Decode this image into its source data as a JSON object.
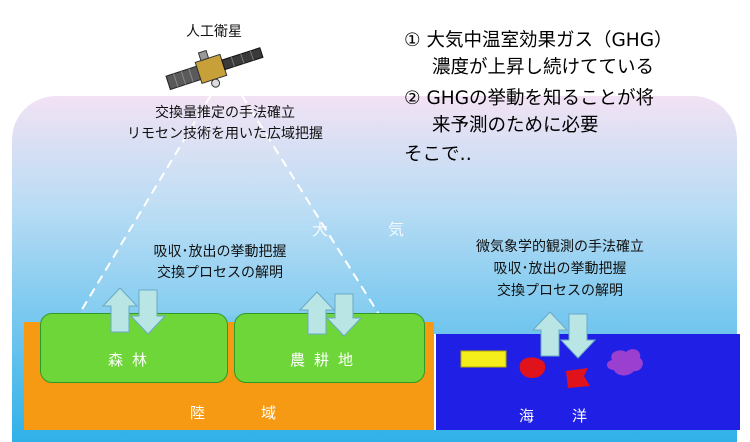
{
  "satellite": {
    "label": "人工衛星"
  },
  "right_notes": {
    "line1": "① 大気中温室効果ガス（GHG）",
    "line2": "濃度が上昇し続けてている",
    "line3": "② GHGの挙動を知ることが将",
    "line4": "来予測のために必要",
    "line5": "そこで‥"
  },
  "remote_sensing": {
    "line1": "交換量推定の手法確立",
    "line2": "リモセン技術を用いた広域把握"
  },
  "atmosphere": {
    "char1": "大",
    "char2": "気"
  },
  "land_center": {
    "line1": "吸収･放出の挙動把握",
    "line2": "交換プロセスの解明"
  },
  "ocean_text": {
    "line1": "微気象学的観測の手法確立",
    "line2": "吸収･放出の挙動把握",
    "line3": "交換プロセスの解明"
  },
  "labels": {
    "forest": "森林",
    "farmland": "農耕地",
    "land": "陸域",
    "ocean": "海洋"
  },
  "colors": {
    "land": "#f69a13",
    "field": "#6fd63a",
    "ocean": "#1f1fe6",
    "arrow": "#b9e6e4",
    "yellow_shape": "#f4ee1a",
    "red_shape": "#e0131c",
    "purple_shape": "#9a3fcf"
  },
  "icons": [
    "satellite-icon",
    "exchange-arrows-icon",
    "marine-shapes-icon"
  ]
}
